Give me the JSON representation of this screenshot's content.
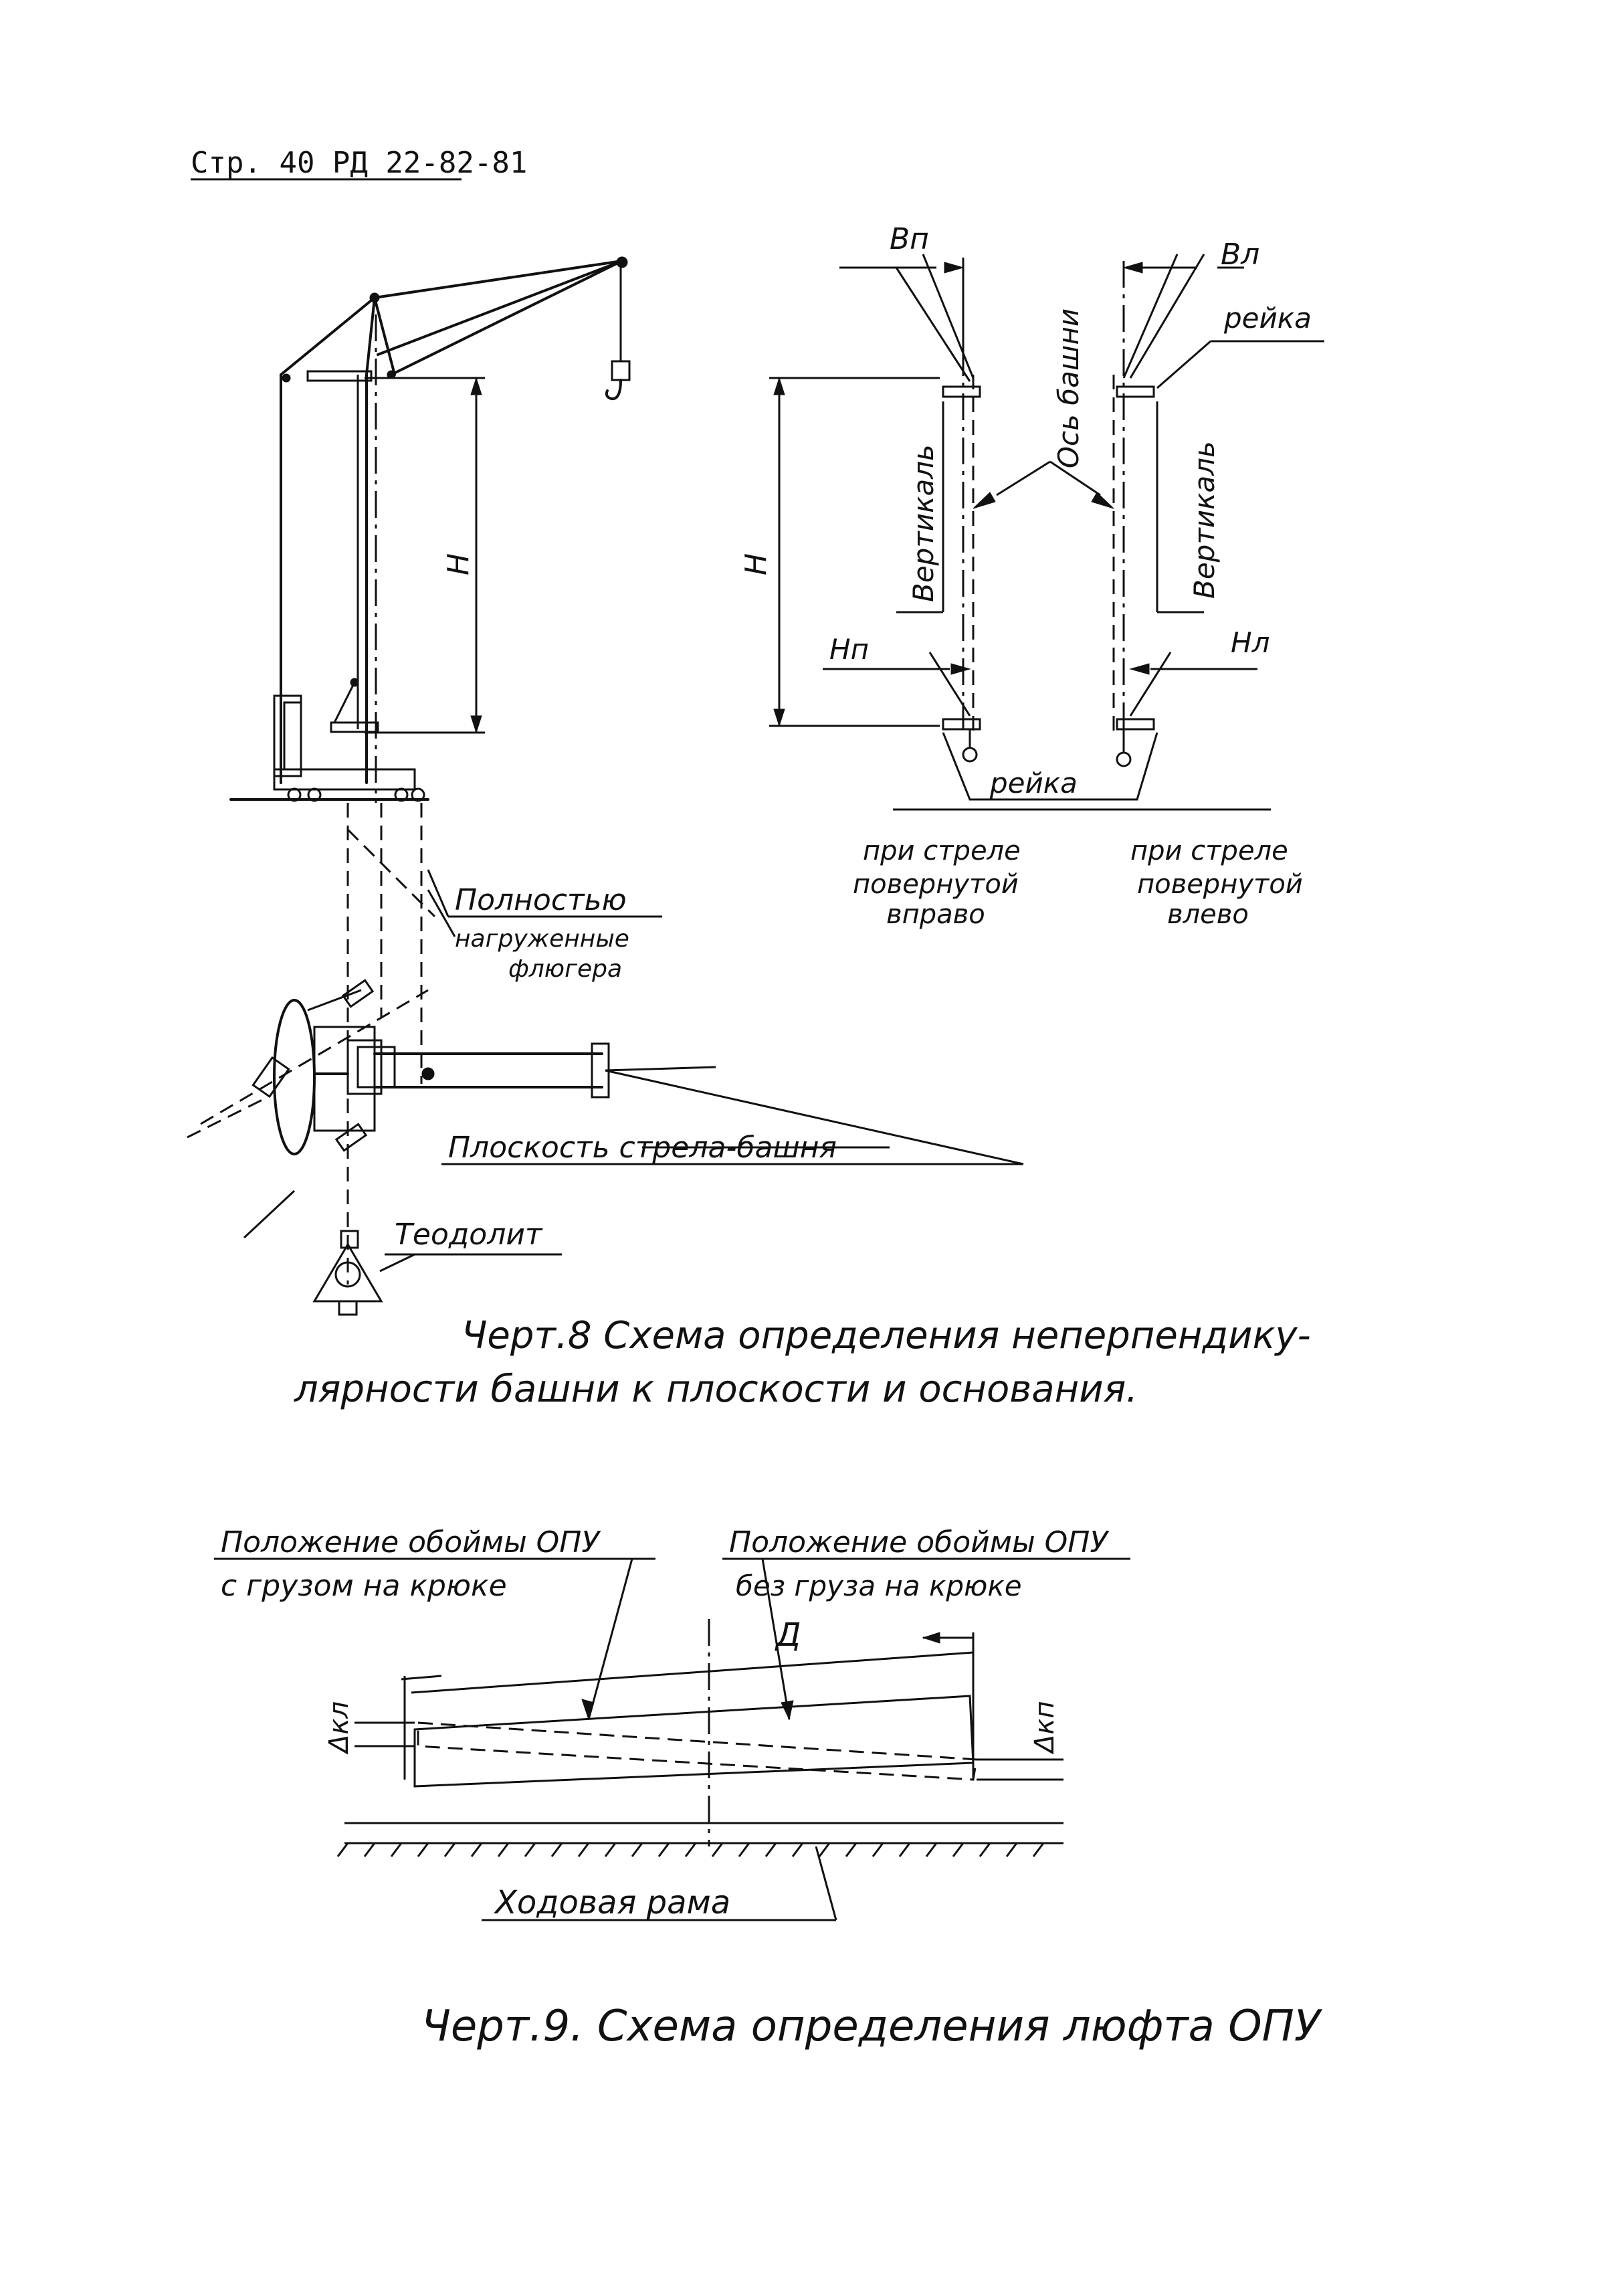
{
  "header": {
    "page_ref": "Стр. 40 РД 22-82-81"
  },
  "fig8": {
    "labels": {
      "H_left": "Н",
      "H_right": "Н",
      "Bn": "Вп",
      "Bl": "Вл",
      "reika_top": "рейка",
      "os_bashni": "Ось башни",
      "vertikal_left": "Вертикаль",
      "vertikal_right": "Вертикаль",
      "Hn": "Нп",
      "Hl": "Нл",
      "reika_bottom": "рейка",
      "right_turn_1": "при стреле",
      "right_turn_2": "повернутой",
      "right_turn_3": "вправо",
      "left_turn_1": "при стреле",
      "left_turn_2": "повернутой",
      "left_turn_3": "влево",
      "fully_1": "Полностью",
      "fully_2": "нагруженные",
      "fully_3": "флюгера",
      "plane": "Плоскость стрела-башня",
      "theodolite": "Теодолит"
    },
    "caption_1": "Черт.8 Схема определения неперпендику-",
    "caption_2": "лярности башни к плоскости и основания."
  },
  "fig9": {
    "labels": {
      "pos_load_1": "Положение обоймы ОПУ",
      "pos_load_2": "с грузом на крюке",
      "pos_noload_1": "Положение обоймы ОПУ",
      "pos_noload_2": "без груза на крюке",
      "D": "Д",
      "dkl": "Δкл",
      "dkp": "Δкп",
      "frame": "Ходовая рама"
    },
    "caption": "Черт.9. Схема определения люфта ОПУ"
  }
}
